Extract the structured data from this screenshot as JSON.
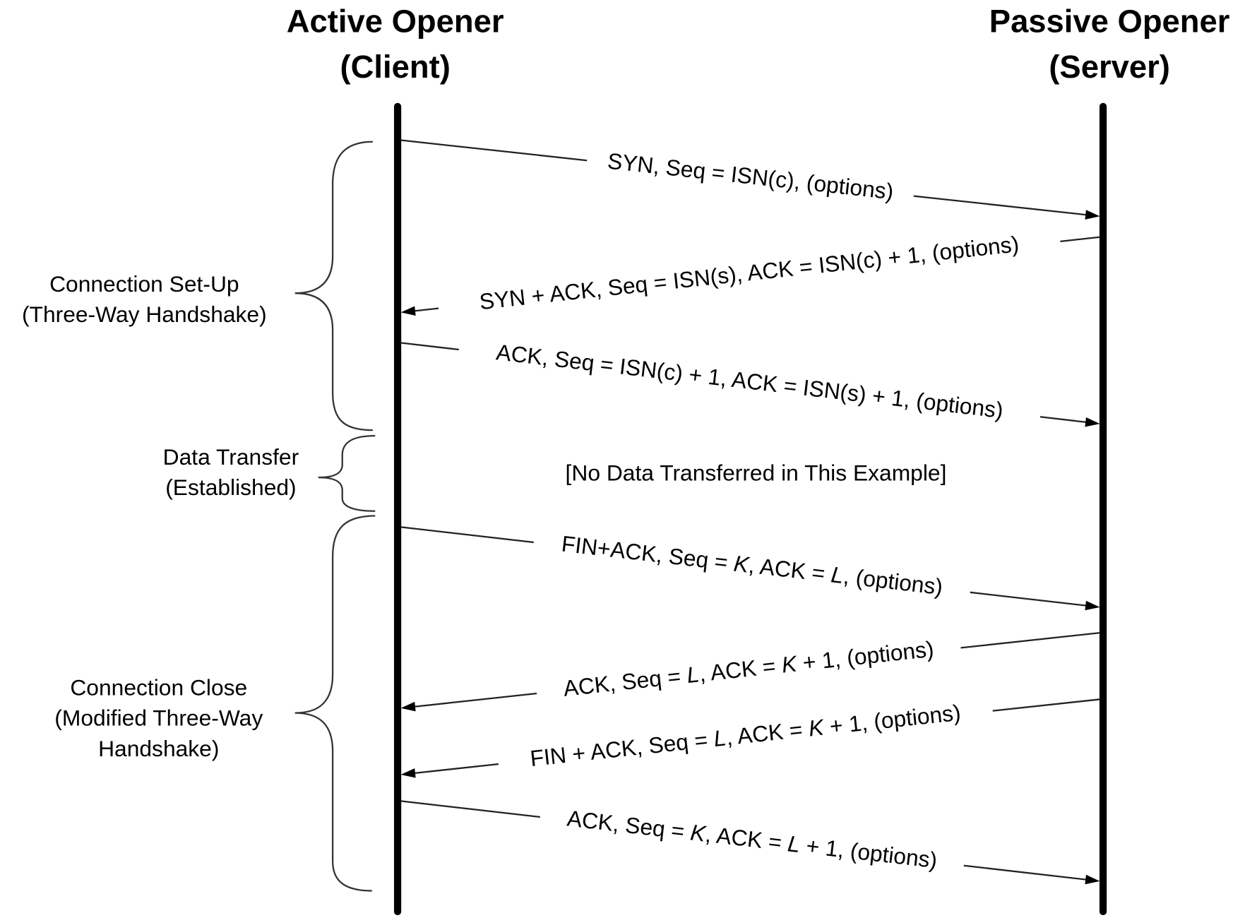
{
  "participants": {
    "client": {
      "line1": "Active Opener",
      "line2": "(Client)"
    },
    "server": {
      "line1": "Passive Opener",
      "line2": "(Server)"
    }
  },
  "phases": [
    {
      "id": "setup",
      "lines": [
        "Connection Set-Up",
        "(Three-Way Handshake)"
      ]
    },
    {
      "id": "data",
      "lines": [
        "Data Transfer",
        "(Established)"
      ]
    },
    {
      "id": "close",
      "lines": [
        "Connection Close",
        "(Modified Three-Way",
        "Handshake)"
      ]
    }
  ],
  "messages": [
    {
      "from": "client",
      "to": "server",
      "parts": [
        {
          "t": "SYN, Seq = ISN(c), (options)"
        }
      ]
    },
    {
      "from": "server",
      "to": "client",
      "parts": [
        {
          "t": "SYN + ACK, Seq = ISN(s), ACK = ISN(c) + 1, (options)"
        }
      ]
    },
    {
      "from": "client",
      "to": "server",
      "parts": [
        {
          "t": "ACK, Seq = ISN(c) + 1, ACK = ISN(s) + 1, (options)"
        }
      ]
    },
    {
      "from": "client",
      "to": "server",
      "parts": [
        {
          "t": "FIN+ACK, Seq = "
        },
        {
          "t": "K",
          "i": true
        },
        {
          "t": ", ACK = "
        },
        {
          "t": "L",
          "i": true
        },
        {
          "t": ", (options)"
        }
      ]
    },
    {
      "from": "server",
      "to": "client",
      "parts": [
        {
          "t": "ACK, Seq = "
        },
        {
          "t": "L",
          "i": true
        },
        {
          "t": ", ACK = "
        },
        {
          "t": "K",
          "i": true
        },
        {
          "t": " + 1, (options)"
        }
      ]
    },
    {
      "from": "server",
      "to": "client",
      "parts": [
        {
          "t": "FIN + ACK, Seq = "
        },
        {
          "t": "L",
          "i": true
        },
        {
          "t": ", ACK = "
        },
        {
          "t": "K",
          "i": true
        },
        {
          "t": " + 1, (options)"
        }
      ]
    },
    {
      "from": "client",
      "to": "server",
      "parts": [
        {
          "t": "ACK, Seq = "
        },
        {
          "t": "K",
          "i": true
        },
        {
          "t": ", ACK = "
        },
        {
          "t": "L",
          "i": true
        },
        {
          "t": " + 1, (options)"
        }
      ]
    }
  ],
  "data_note": "[No Data Transferred in This Example]"
}
